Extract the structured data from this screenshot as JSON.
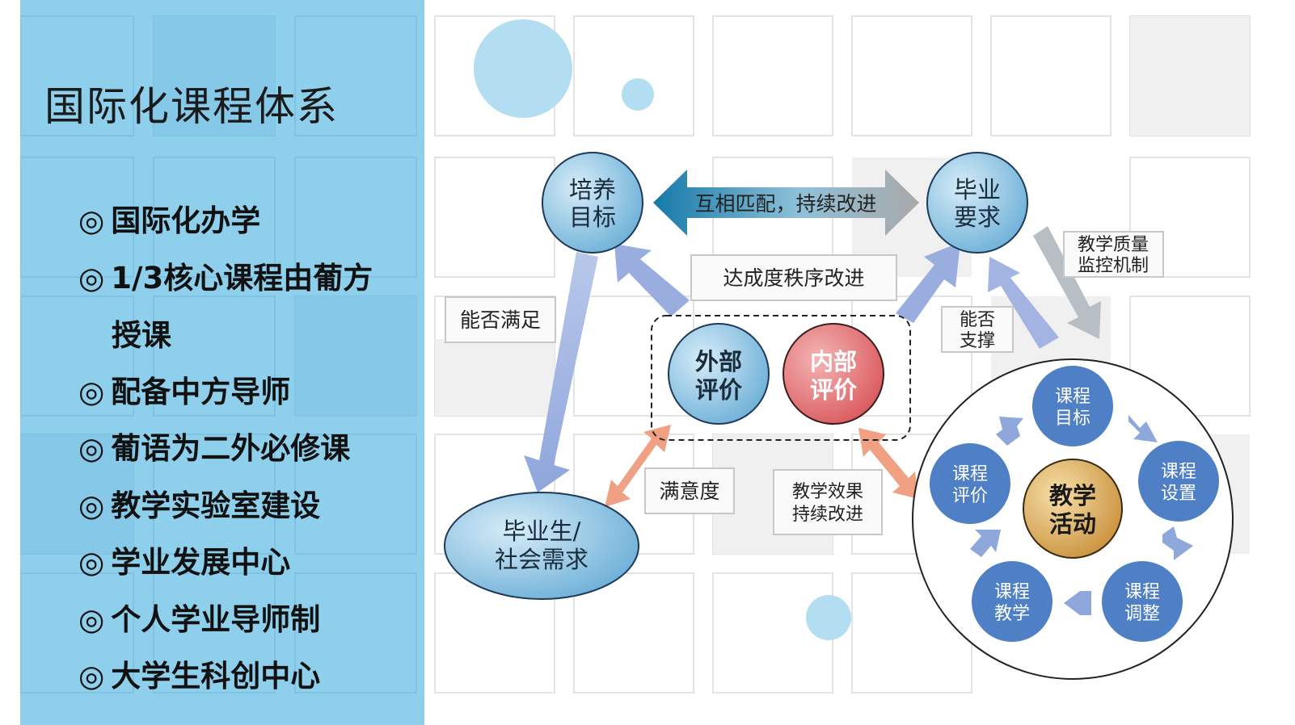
{
  "title": "国际化课程体系",
  "bullets": [
    {
      "mark": "◎",
      "text": "国际化办学"
    },
    {
      "mark": "◎",
      "text": "1/3核心课程由葡方",
      "cont": "授课"
    },
    {
      "mark": "◎",
      "text": "配备中方导师"
    },
    {
      "mark": "◎",
      "text": "葡语为二外必修课"
    },
    {
      "mark": "◎",
      "text": "教学实验室建设"
    },
    {
      "mark": "◎",
      "text": "学业发展中心"
    },
    {
      "mark": "◎",
      "text": "个人学业导师制"
    },
    {
      "mark": "◎",
      "text": "大学生科创中心"
    }
  ],
  "diagram": {
    "goal": [
      "培养",
      "目标"
    ],
    "requirement": [
      "毕业",
      "要求"
    ],
    "graduates": [
      "毕业生/",
      "社会需求"
    ],
    "mutual": "互相匹配，持续改进",
    "achievement": "达成度秩序改进",
    "can_meet": "能否满足",
    "can_support": [
      "能否",
      "支撑"
    ],
    "quality": [
      "教学质量",
      "监控机制"
    ],
    "external": [
      "外部",
      "评价"
    ],
    "internal": [
      "内部",
      "评价"
    ],
    "satisfaction": "满意度",
    "effect": [
      "教学效果",
      "持续改进"
    ],
    "cycle": {
      "center": [
        "教学",
        "活动"
      ],
      "course_goal": [
        "课程",
        "目标"
      ],
      "course_setup": [
        "课程",
        "设置"
      ],
      "course_adjust": [
        "课程",
        "调整"
      ],
      "course_teaching": [
        "课程",
        "教学"
      ],
      "course_eval": [
        "课程",
        "评价"
      ]
    }
  },
  "colors": {
    "panel": "#8ecfec",
    "node_blue": "#4f7fc4",
    "center_gold": "#d7a24f",
    "internal_red": "#d9565a",
    "arrow_salmon": "#f0a183"
  }
}
